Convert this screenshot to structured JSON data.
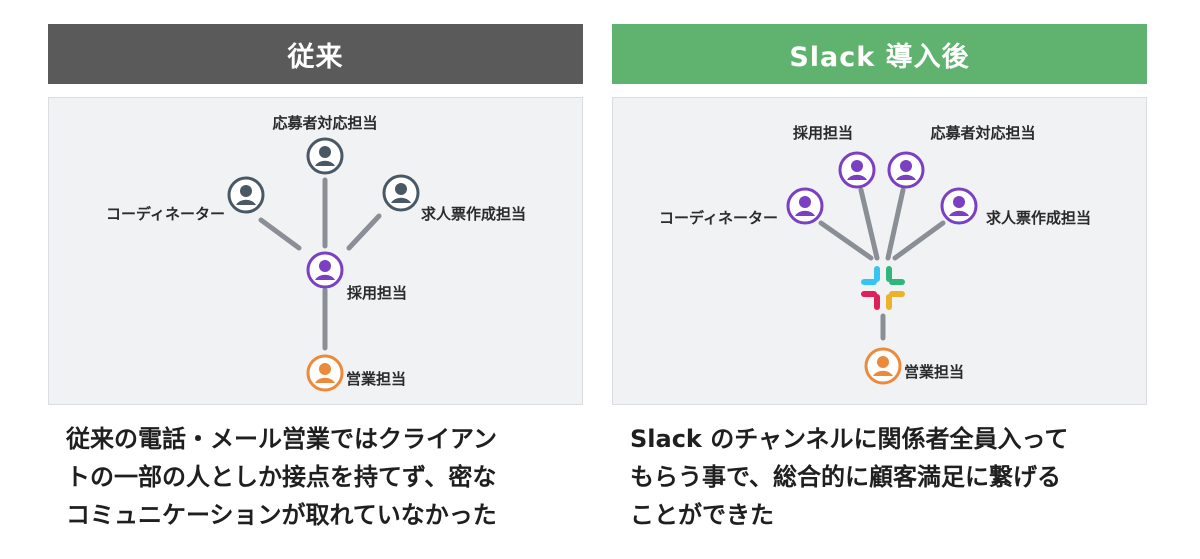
{
  "colors": {
    "before_header": "#5a5a5a",
    "after_header": "#5fb36e",
    "person_gray": "#4a5866",
    "person_purple": "#7b3fc4",
    "person_orange": "#ec8a3c",
    "connector": "#8a8f96"
  },
  "before": {
    "title": "従来",
    "nodes": {
      "applicant": "応募者対応担当",
      "coordinator": "コーディネーター",
      "job_posting": "求人票作成担当",
      "recruiter": "採用担当",
      "sales": "営業担当"
    },
    "caption_lines": [
      "従来の電話・メール営業ではクライアン",
      "トの一部の人としか接点を持てず、密な",
      "コミュニケーションが取れていなかった"
    ]
  },
  "after": {
    "title": "Slack 導入後",
    "nodes": {
      "recruiter": "採用担当",
      "applicant": "応募者対応担当",
      "coordinator": "コーディネーター",
      "job_posting": "求人票作成担当",
      "sales": "営業担当"
    },
    "icons": {
      "hub": "slack-logo-icon"
    },
    "caption_lines": [
      "Slack のチャンネルに関係者全員入って",
      "もらう事で、総合的に顧客満足に繋げる",
      "ことができた"
    ]
  }
}
